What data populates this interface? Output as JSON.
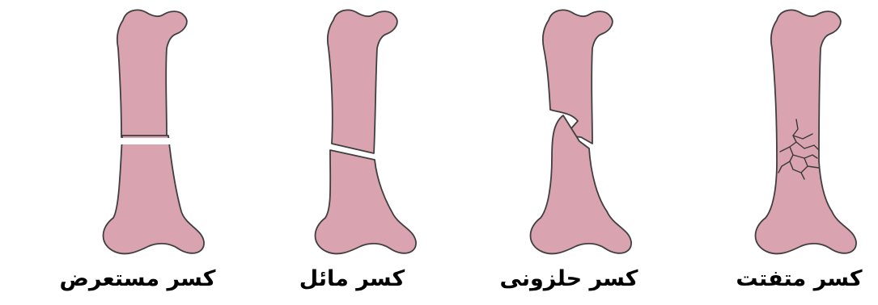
{
  "diagram": {
    "panels": [
      {
        "id": "transverse",
        "caption": "كسر مستعرض"
      },
      {
        "id": "oblique",
        "caption": "كسر مائل"
      },
      {
        "id": "spiral",
        "caption": "كسر حلزونى"
      },
      {
        "id": "comminuted",
        "caption": "كسر متفتت"
      }
    ],
    "colors": {
      "bone_fill": "#d9a3b0",
      "outline": "#3f3f3f",
      "background": "#ffffff"
    }
  }
}
